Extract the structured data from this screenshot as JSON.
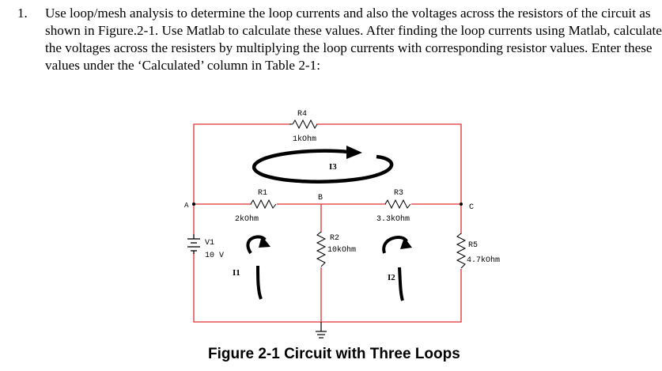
{
  "question": {
    "number": "1.",
    "text": "Use loop/mesh analysis to determine the loop currents and also the voltages across the resistors of the circuit as shown in Figure.2-1. Use Matlab to calculate these values. After finding the loop currents using Matlab, calculate the voltages across the resisters by multiplying the loop currents with corresponding resistor values. Enter these  values under the ‘Calculated’ column in Table 2-1:"
  },
  "circuit": {
    "nodes": {
      "a": "A",
      "b": "B",
      "c": "C"
    },
    "resistors": {
      "r1": {
        "name": "R1",
        "value": "2kOhm"
      },
      "r2": {
        "name": "R2",
        "value": "10kOhm"
      },
      "r3": {
        "name": "R3",
        "value": "3.3kOhm"
      },
      "r4": {
        "name": "R4",
        "value": "1kOhm"
      },
      "r5": {
        "name": "R5",
        "value": "4.7kOhm"
      }
    },
    "source": {
      "name": "V1",
      "value": "10 V"
    },
    "loops": {
      "i1": "I1",
      "i2": "I2",
      "i3": "I3"
    },
    "colors": {
      "wire": "#e03030",
      "component": "#000000",
      "arrow": "#000000"
    }
  },
  "caption": "Figure 2-1 Circuit with Three Loops"
}
